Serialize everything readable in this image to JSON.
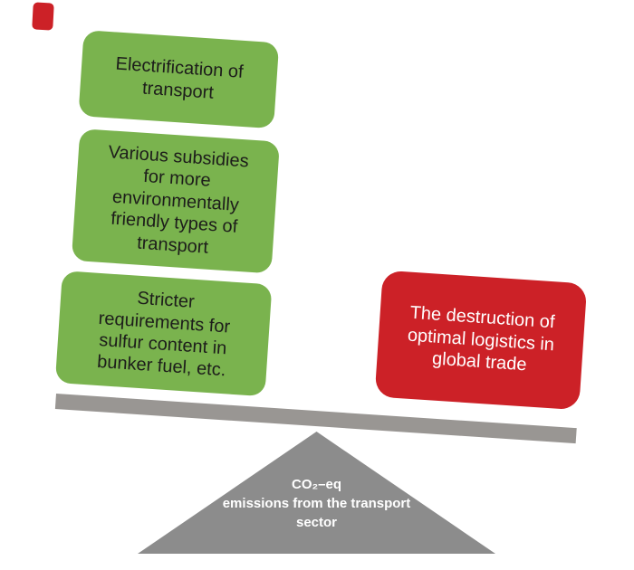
{
  "colors": {
    "positive": "#7ab34e",
    "negative": "#cc2127",
    "beam": "#999693",
    "fulcrum": "#8c8c8c",
    "text_dark": "#1d1d1b",
    "text_light": "#ffffff"
  },
  "seesaw": {
    "left_items": [
      {
        "label": "Electrification of transport",
        "lines": [
          "Electrification of",
          "transport"
        ]
      },
      {
        "label": "Various subsidies for more environmentally friendly types of transport",
        "lines": [
          "Various subsidies",
          "for more",
          "environmentally",
          "friendly types of",
          "transport"
        ]
      },
      {
        "label": "Stricter requirements for sulfur content in bunker fuel, etc.",
        "lines": [
          "Stricter",
          "requirements for",
          "sulfur content in",
          "bunker fuel, etc."
        ]
      }
    ],
    "right_items": [
      {
        "label": "The destruction of optimal logistics in global trade",
        "lines": [
          "The destruction of",
          "optimal logistics in",
          "global trade"
        ]
      }
    ],
    "fulcrum": {
      "label": "CO₂–eq emissions from the transport sector",
      "lines": [
        "CO₂–eq",
        "emissions from the transport",
        "sector"
      ]
    }
  }
}
